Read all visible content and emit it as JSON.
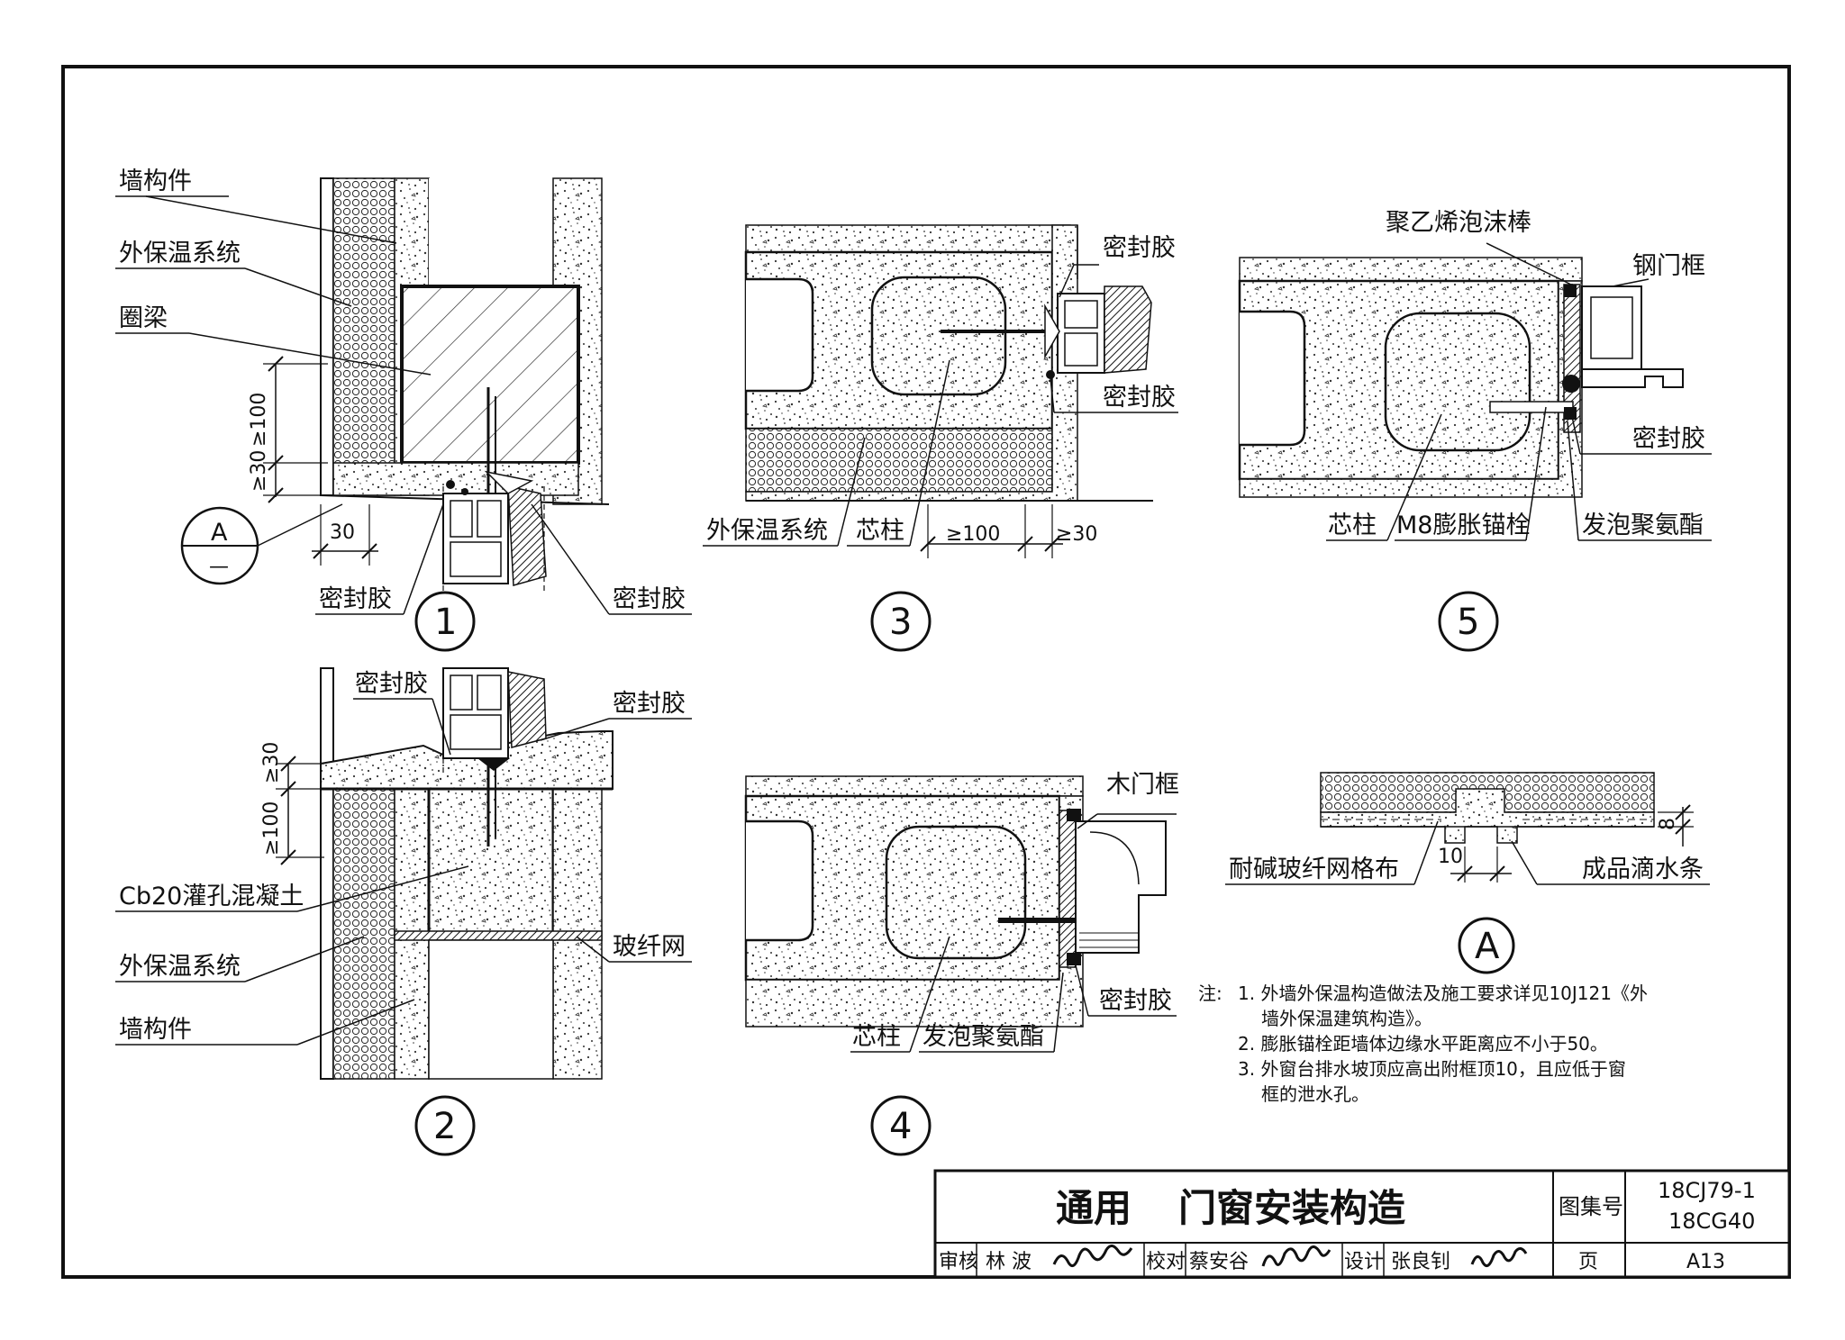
{
  "labels": {
    "d1_wall_member": "墙构件",
    "d1_insulation": "外保温系统",
    "d1_ring_beam": "圈梁",
    "d1_sealant_left": "密封胶",
    "d1_sealant_right": "密封胶",
    "d1_dim_30": "30",
    "d1_dim_ge100": "≥100",
    "d1_dim_ge30": "≥30",
    "d1_callout_letter": "A",
    "d1_callout_dash": "—",
    "d1_number": "1",
    "d2_sealant_left": "密封胶",
    "d2_sealant_right": "密封胶",
    "d2_dim_ge30": "≥30",
    "d2_dim_ge100": "≥100",
    "d2_concrete": "Cb20灌孔混凝土",
    "d2_insulation": "外保温系统",
    "d2_mesh": "玻纤网",
    "d2_wall_member": "墙构件",
    "d2_number": "2",
    "d3_sealant_top": "密封胶",
    "d3_sealant_bottom": "密封胶",
    "d3_insulation": "外保温系统",
    "d3_core_column": "芯柱",
    "d3_dim_ge100": "≥100",
    "d3_dim_ge30": "≥30",
    "d3_number": "3",
    "d4_wood_frame": "木门框",
    "d4_sealant": "密封胶",
    "d4_core_column": "芯柱",
    "d4_foam_pu": "发泡聚氨酯",
    "d4_number": "4",
    "d5_pe_rod": "聚乙烯泡沫棒",
    "d5_steel_frame": "钢门框",
    "d5_sealant": "密封胶",
    "d5_core_column": "芯柱",
    "d5_anchor": "M8膨胀锚栓",
    "d5_foam_pu": "发泡聚氨酯",
    "d5_number": "5",
    "dA_mesh": "耐碱玻纤网格布",
    "dA_drip": "成品滴水条",
    "dA_dim_10": "10",
    "dA_dim_8": "8",
    "dA_letter": "A"
  },
  "notes": {
    "prefix": "注:",
    "n1_line1": "1. 外墙外保温构造做法及施工要求详见10J121《外",
    "n1_line2": "墙外保温建筑构造》。",
    "n2": "2. 膨胀锚栓距墙体边缘水平距离应不小于50。",
    "n3_line1": "3. 外窗台排水坡顶应高出附框顶10，且应低于窗",
    "n3_line2": "框的泄水孔。"
  },
  "title_block": {
    "category": "通用",
    "title": "门窗安装构造",
    "atlas_label": "图集号",
    "atlas_no_1": "18CJ79-1",
    "atlas_no_2": "18CG40",
    "review_label": "审核",
    "reviewer": "林 波",
    "check_label": "校对",
    "checker": "蔡安谷",
    "design_label": "设计",
    "designer": "张良钊",
    "page_label": "页",
    "page_no": "A13"
  }
}
